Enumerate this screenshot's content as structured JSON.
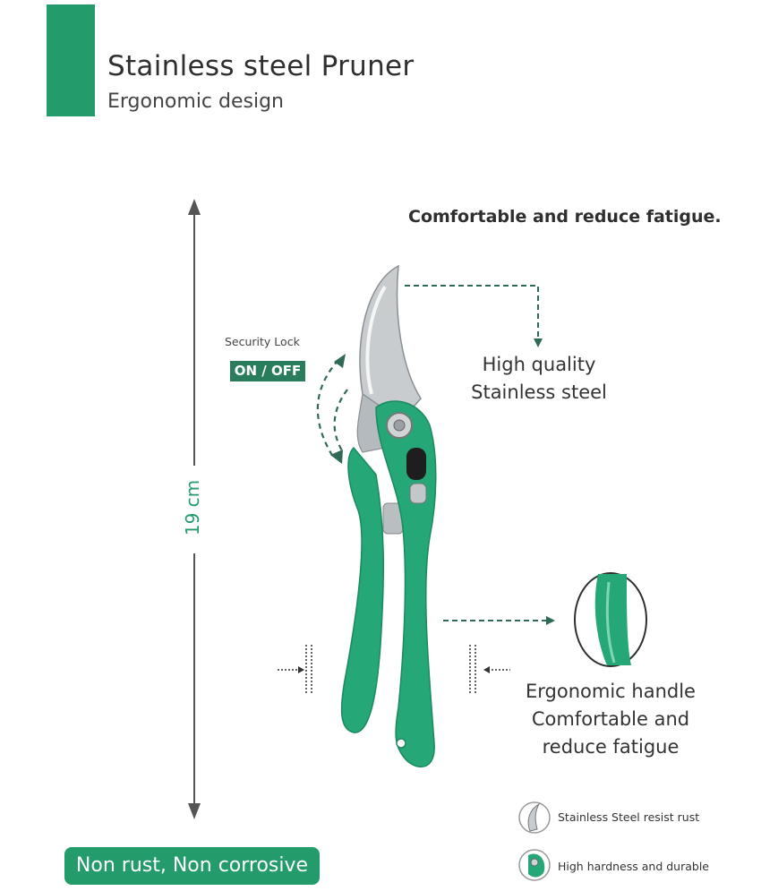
{
  "header": {
    "title": "Stainless steel Pruner",
    "subtitle": "Ergonomic design"
  },
  "callouts": {
    "comfort": "Comfortable and reduce fatigue.",
    "security_lock_label": "Security Lock",
    "onoff": "ON / OFF",
    "steel": "High quality Stainless steel",
    "handle": "Ergonomic handle Comfortable and reduce fatigue"
  },
  "dimension": {
    "height_label": "19 cm"
  },
  "features": {
    "rust": "Stainless Steel resist rust",
    "hard": "High hardness and durable"
  },
  "badge": {
    "nonrust": "Non rust, Non corrosive"
  },
  "colors": {
    "accent": "#239b6b",
    "badge_dark": "#2a7d5c",
    "handle_green": "#25a777"
  }
}
